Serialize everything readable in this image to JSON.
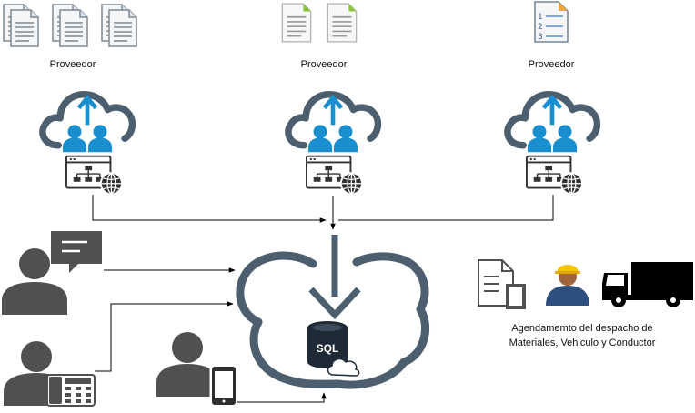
{
  "providers": [
    {
      "label": "Proveedor",
      "docs": "three-stacked-document-icons"
    },
    {
      "label": "Proveedor",
      "docs": "two-document-icons-with-green-corner"
    },
    {
      "label": "Proveedor",
      "docs": "numbered-list-document-icon"
    }
  ],
  "database": {
    "label": "SQL"
  },
  "dispatch": {
    "line1": "Agendamemto del despacho de",
    "line2": "Materiales, Vehiculo y Conductor"
  },
  "colors": {
    "cloud": "#4d5f6e",
    "person_blue": "#1a8fd0",
    "user_gray": "#505050",
    "document_green": "#8dc63f",
    "document_blue": "#5a8ec8"
  }
}
